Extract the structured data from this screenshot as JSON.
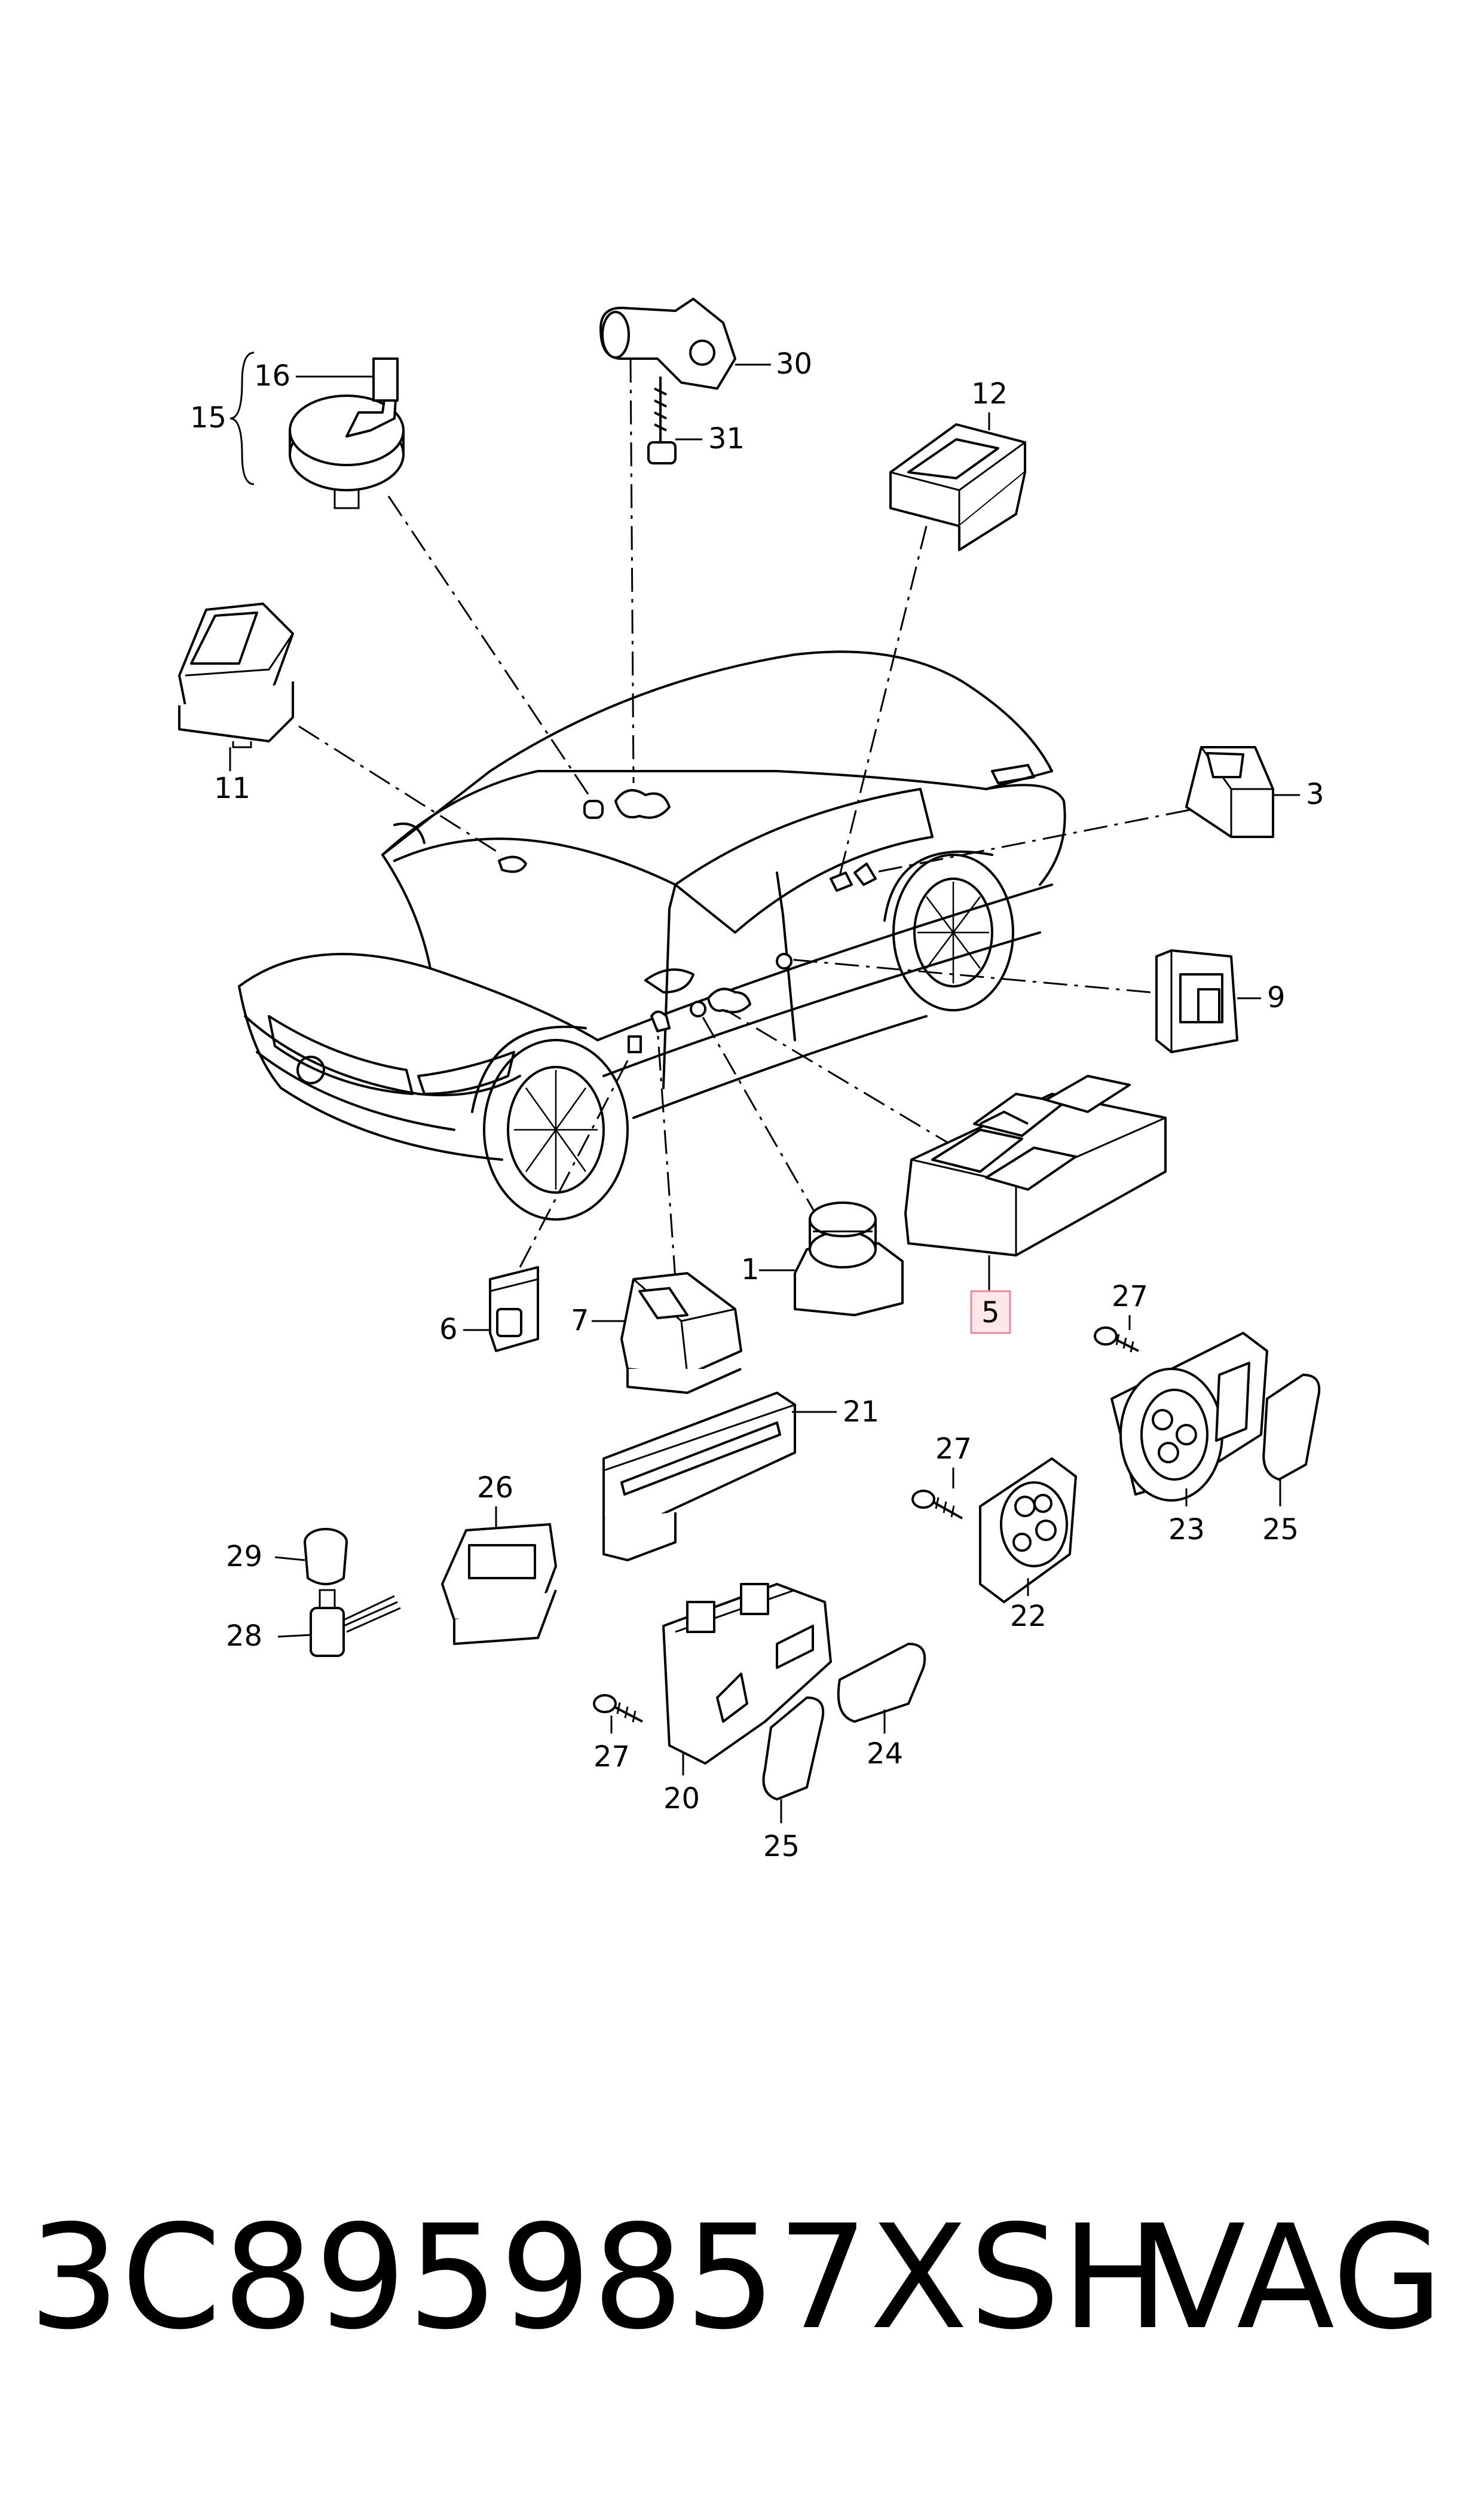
{
  "callouts": {
    "c1": "1",
    "c3": "3",
    "c5": "5",
    "c6": "6",
    "c7": "7",
    "c9": "9",
    "c11": "11",
    "c12": "12",
    "c15": "15",
    "c16": "16",
    "c20": "20",
    "c21": "21",
    "c22": "22",
    "c23": "23",
    "c24": "24",
    "c25a": "25",
    "c25b": "25",
    "c26": "26",
    "c27a": "27",
    "c27b": "27",
    "c27c": "27",
    "c28": "28",
    "c29": "29",
    "c30": "30",
    "c31": "31"
  },
  "highlight_color": "#fde7ea",
  "footer": {
    "part_number": "3C8959857XSH",
    "brand": "VAG"
  }
}
